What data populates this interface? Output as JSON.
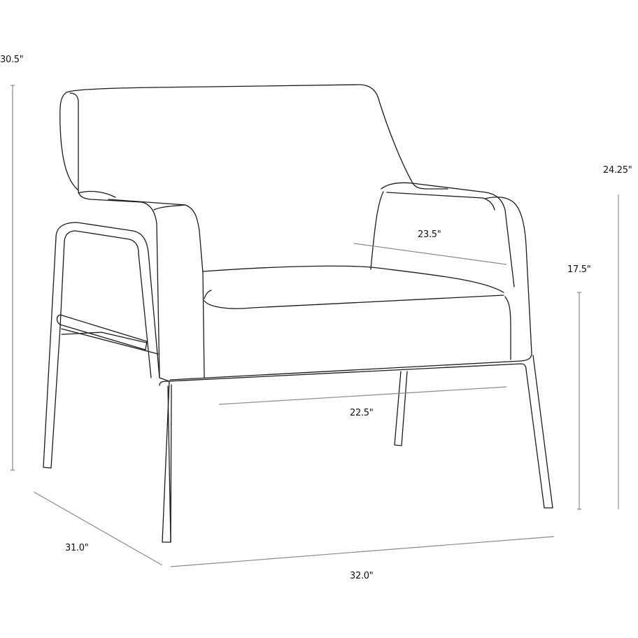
{
  "drawing": {
    "subject": "Lounge armchair line drawing with dimensions",
    "line_color": "#1a1a1a",
    "dimension_line_color": "#8a8a8a",
    "background": "#ffffff"
  },
  "dimensions": {
    "overall_height": "30.5\"",
    "arm_height": "24.25\"",
    "seat_height": "17.5\"",
    "seat_depth": "23.5\"",
    "seat_width": "22.5\"",
    "overall_depth": "31.0\"",
    "overall_width": "32.0\""
  }
}
